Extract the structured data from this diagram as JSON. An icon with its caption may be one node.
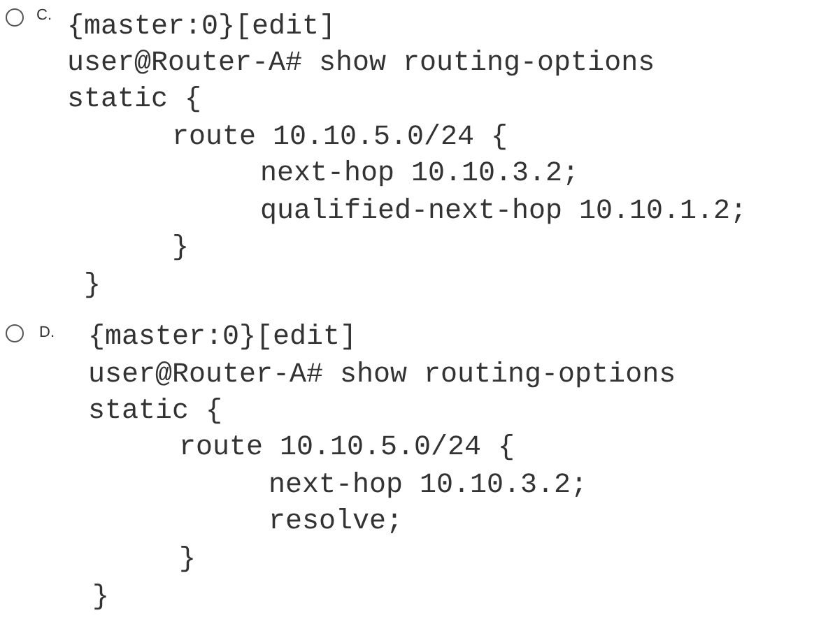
{
  "diagram": {
    "labels": [
      "C.",
      "{master:0}[edit]",
      "user@Router-A# show routing-options",
      "static {",
      "route 10.10.5.0/24 {",
      "next-hop 10.10.3.2;",
      "qualified-next-hop 10.10.1.2;",
      "}",
      "}",
      "D.",
      "{master:0}[edit]",
      "user@Router-A# show routing-options",
      "static {",
      "route 10.10.5.0/24 {",
      "next-hop 10.10.3.2;",
      "resolve;",
      "}",
      "}"
    ]
  }
}
